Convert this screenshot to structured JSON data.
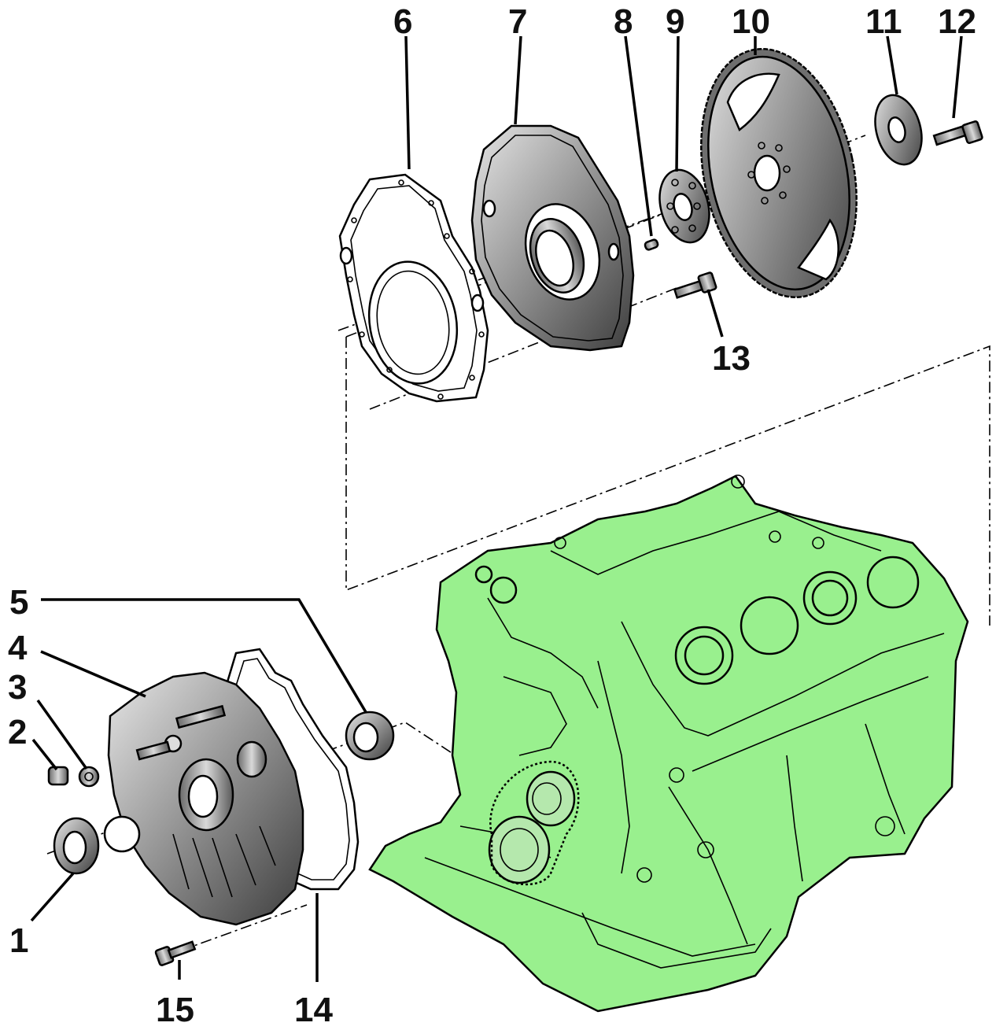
{
  "diagram": {
    "colors": {
      "engine_block": "#99f08e",
      "part_metal": "#8a8a8a",
      "part_metal_light": "#c9c9c9",
      "gasket": "#ffffff",
      "outline": "#000000"
    },
    "callouts": [
      {
        "id": "c1",
        "label": "1"
      },
      {
        "id": "c2",
        "label": "2"
      },
      {
        "id": "c3",
        "label": "3"
      },
      {
        "id": "c4",
        "label": "4"
      },
      {
        "id": "c5",
        "label": "5"
      },
      {
        "id": "c6",
        "label": "6"
      },
      {
        "id": "c7",
        "label": "7"
      },
      {
        "id": "c8",
        "label": "8"
      },
      {
        "id": "c9",
        "label": "9"
      },
      {
        "id": "c10",
        "label": "10"
      },
      {
        "id": "c11",
        "label": "11"
      },
      {
        "id": "c12",
        "label": "12"
      },
      {
        "id": "c13",
        "label": "13"
      },
      {
        "id": "c14",
        "label": "14"
      },
      {
        "id": "c15",
        "label": "15"
      }
    ]
  }
}
